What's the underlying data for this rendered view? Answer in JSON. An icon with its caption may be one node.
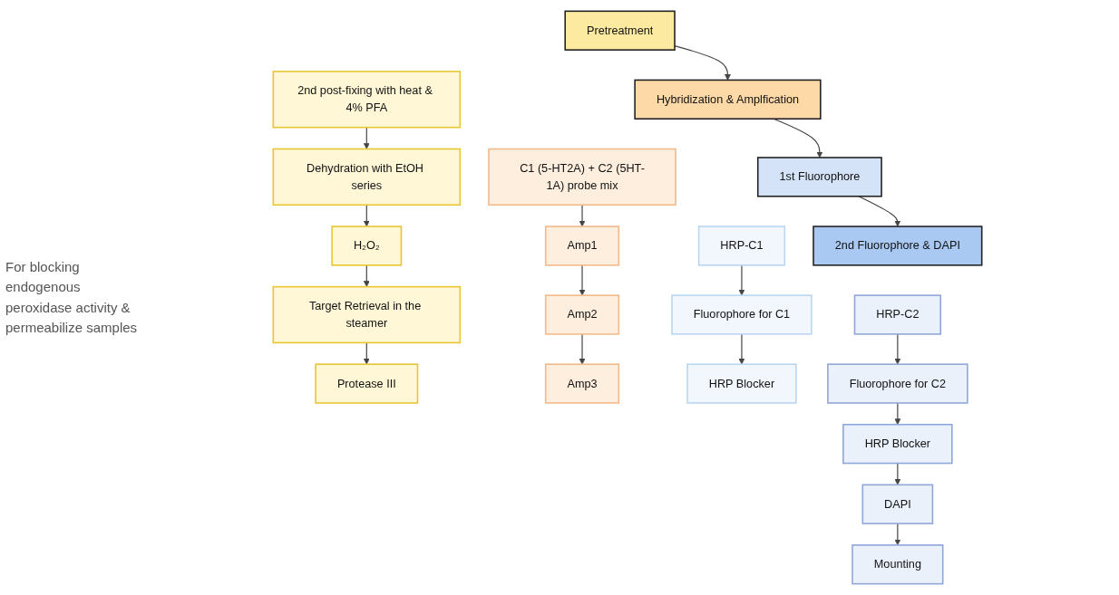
{
  "diagram": {
    "nodes": [
      {
        "text": [
          "Pretreatment"
        ]
      },
      {
        "text": [
          "2nd post-fixing with heat & 4% PFA"
        ]
      },
      {
        "text": [
          "Dehydration with EtOH series"
        ]
      },
      {
        "text": [
          "H₂O₂"
        ]
      },
      {
        "text": [
          "Target Retrieval in the steamer"
        ]
      },
      {
        "text": [
          "Protease III"
        ]
      },
      {
        "text": [
          "Hybridization & Amplfication"
        ]
      },
      {
        "text": [
          "C1 (5-HT2A) + C2 (5HT-1A) probe mix"
        ]
      },
      {
        "text": [
          "Amp1"
        ]
      },
      {
        "text": [
          "Amp2"
        ]
      },
      {
        "text": [
          "Amp3"
        ]
      },
      {
        "text": [
          "1st Fluorophore"
        ]
      },
      {
        "text": [
          "HRP-C1"
        ]
      },
      {
        "text": [
          "Fluorophore for C1"
        ]
      },
      {
        "text": [
          "HRP Blocker"
        ]
      },
      {
        "text": [
          "2nd Fluorophore & DAPI"
        ]
      },
      {
        "text": [
          "HRP-C2"
        ]
      },
      {
        "text": [
          "Fluorophore for C2"
        ]
      },
      {
        "text": [
          "HRP Blocker"
        ]
      },
      {
        "text": [
          "DAPI"
        ]
      },
      {
        "text": [
          "Mounting"
        ]
      }
    ],
    "edges": [
      {
        "from": 0,
        "to": 6,
        "arrow": "to"
      },
      {
        "from": 6,
        "to": 11,
        "arrow": "to"
      },
      {
        "from": 11,
        "to": 15,
        "arrow": "to"
      },
      {
        "from": 1,
        "to": 2,
        "arrow": "to"
      },
      {
        "from": 2,
        "to": 3,
        "arrow": "to"
      },
      {
        "from": 3,
        "to": 4,
        "arrow": "to"
      },
      {
        "from": 4,
        "to": 5,
        "arrow": "to"
      },
      {
        "from": 7,
        "to": 8,
        "arrow": "to"
      },
      {
        "from": 8,
        "to": 9,
        "arrow": "to"
      },
      {
        "from": 9,
        "to": 10,
        "arrow": "to"
      },
      {
        "from": 12,
        "to": 13,
        "arrow": "to"
      },
      {
        "from": 13,
        "to": 14,
        "arrow": "to"
      },
      {
        "from": 16,
        "to": 17,
        "arrow": "to"
      },
      {
        "from": 17,
        "to": 18,
        "arrow": "to"
      },
      {
        "from": 18,
        "to": 19,
        "arrow": "to"
      },
      {
        "from": 19,
        "to": 20,
        "arrow": "to"
      }
    ],
    "labels": [
      "For blocking endogenous peroxidase activity & permeabilize samples"
    ]
  }
}
